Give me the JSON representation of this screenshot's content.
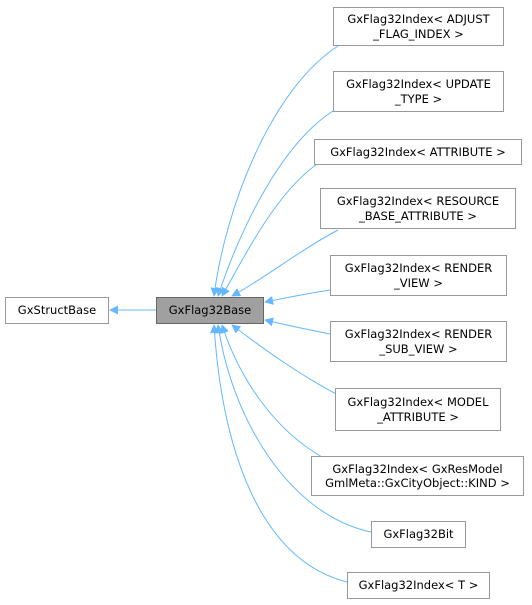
{
  "base_class": {
    "name": "GxStructBase"
  },
  "current_class": {
    "name": "GxFlag32Base"
  },
  "derived_classes": [
    {
      "id": "adjust-flag-index",
      "lines": [
        "GxFlag32Index< ADJUST",
        "_FLAG_INDEX >"
      ]
    },
    {
      "id": "update-type",
      "lines": [
        "GxFlag32Index< UPDATE",
        "_TYPE >"
      ]
    },
    {
      "id": "attribute",
      "lines": [
        "GxFlag32Index< ATTRIBUTE >"
      ]
    },
    {
      "id": "resource-base-attribute",
      "lines": [
        "GxFlag32Index< RESOURCE",
        "_BASE_ATTRIBUTE >"
      ]
    },
    {
      "id": "render-view",
      "lines": [
        "GxFlag32Index< RENDER",
        "_VIEW >"
      ]
    },
    {
      "id": "render-sub-view",
      "lines": [
        "GxFlag32Index< RENDER",
        "_SUB_VIEW >"
      ]
    },
    {
      "id": "model-attribute",
      "lines": [
        "GxFlag32Index< MODEL",
        "_ATTRIBUTE >"
      ]
    },
    {
      "id": "city-object-kind",
      "lines": [
        "GxFlag32Index< GxResModel",
        "GmlMeta::GxCityObject::KIND >"
      ]
    },
    {
      "id": "flag32-bit",
      "lines": [
        "GxFlag32Bit"
      ]
    },
    {
      "id": "template-t",
      "lines": [
        "GxFlag32Index< T >"
      ]
    }
  ],
  "colors": {
    "edge": "#63b8ff",
    "node_border": "#999999",
    "current_fill": "#a0a0a0"
  }
}
